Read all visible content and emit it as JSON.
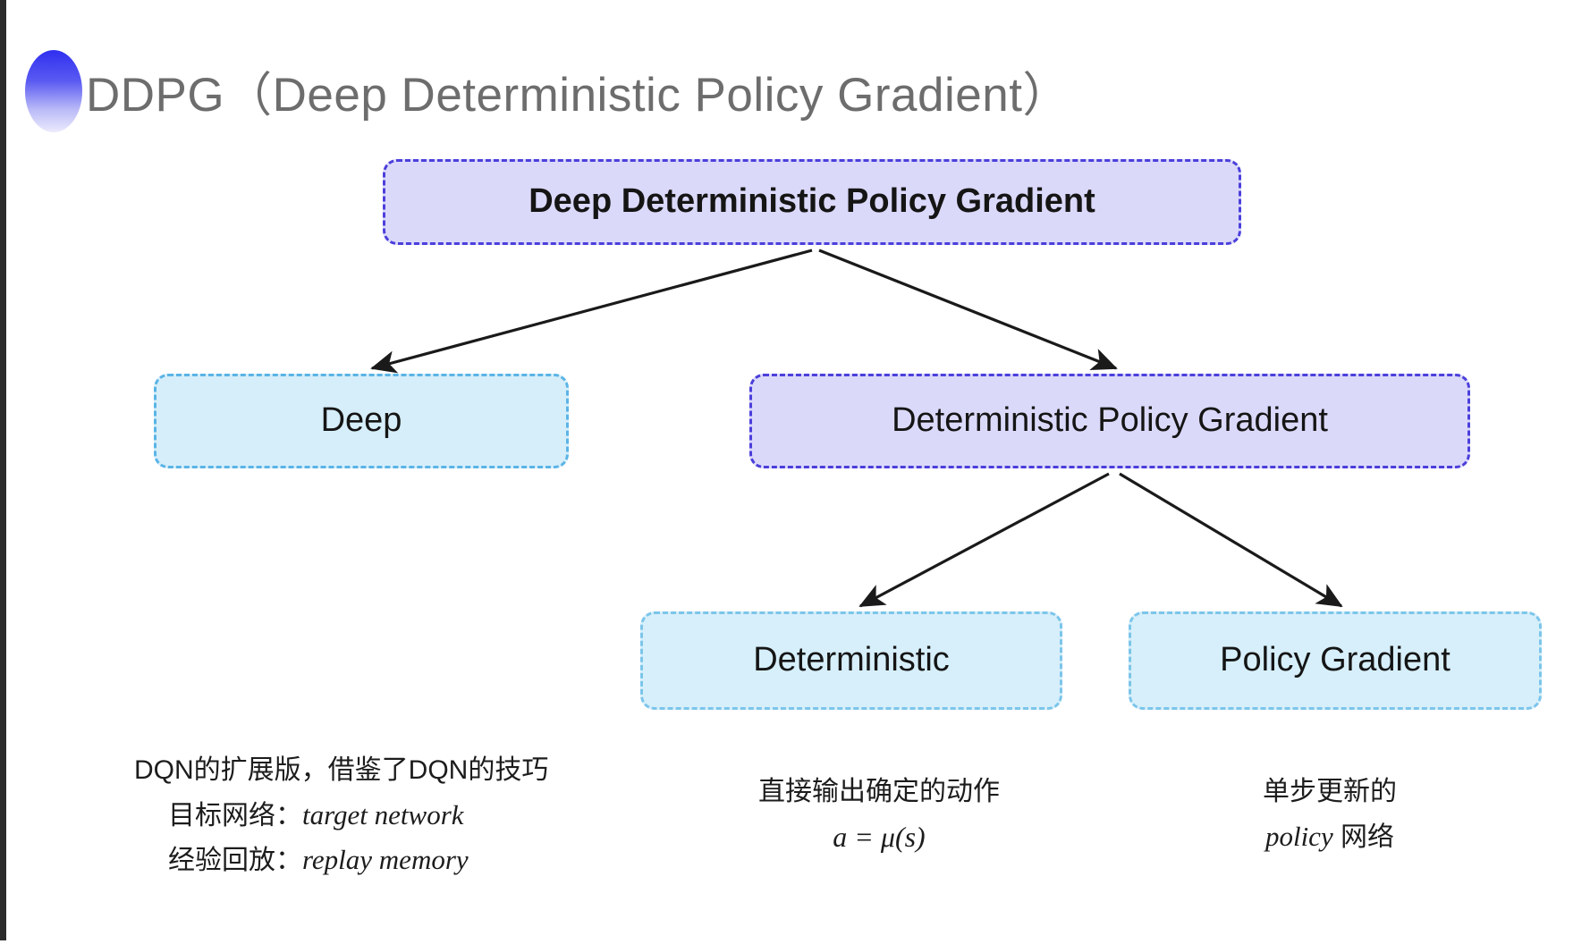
{
  "slide": {
    "title": "DDPG（Deep Deterministic Policy Gradient）",
    "bullet_icon": "half-ellipse-accent-icon",
    "background_color": "#ffffff"
  },
  "colors": {
    "purple_fill": "#dbd9fa",
    "purple_border": "#4b3fdb",
    "cyan_fill": "#d6eefa",
    "cyan_border": "#5bb4e6",
    "cyan_light_border": "#7cc5ea",
    "title_text": "#6d6d6d",
    "accent_gradient_start": "#2f2ff0",
    "accent_gradient_end": "#ecebfd",
    "arrow": "#1a1a1a"
  },
  "diagram": {
    "type": "tree",
    "nodes": [
      {
        "id": "root",
        "label": "Deep Deterministic Policy Gradient",
        "style": "purple"
      },
      {
        "id": "deep",
        "label": "Deep",
        "style": "cyan"
      },
      {
        "id": "dpg",
        "label": "Deterministic Policy Gradient",
        "style": "purple"
      },
      {
        "id": "det",
        "label": "Deterministic",
        "style": "cyan"
      },
      {
        "id": "pg",
        "label": "Policy Gradient",
        "style": "cyan"
      }
    ],
    "edges": [
      {
        "from": "root",
        "to": "deep"
      },
      {
        "from": "root",
        "to": "dpg"
      },
      {
        "from": "dpg",
        "to": "det"
      },
      {
        "from": "dpg",
        "to": "pg"
      }
    ]
  },
  "annotations": {
    "left": {
      "line1": "DQN的扩展版，借鉴了DQN的技巧",
      "line2_label": "目标网络：",
      "line2_term": "target network",
      "line3_label": "经验回放：",
      "line3_term": "replay memory"
    },
    "middle": {
      "line1": "直接输出确定的动作",
      "formula": "a = μ(s)"
    },
    "right": {
      "line1": "单步更新的",
      "term": "policy",
      "line2_suffix": " 网络"
    }
  }
}
